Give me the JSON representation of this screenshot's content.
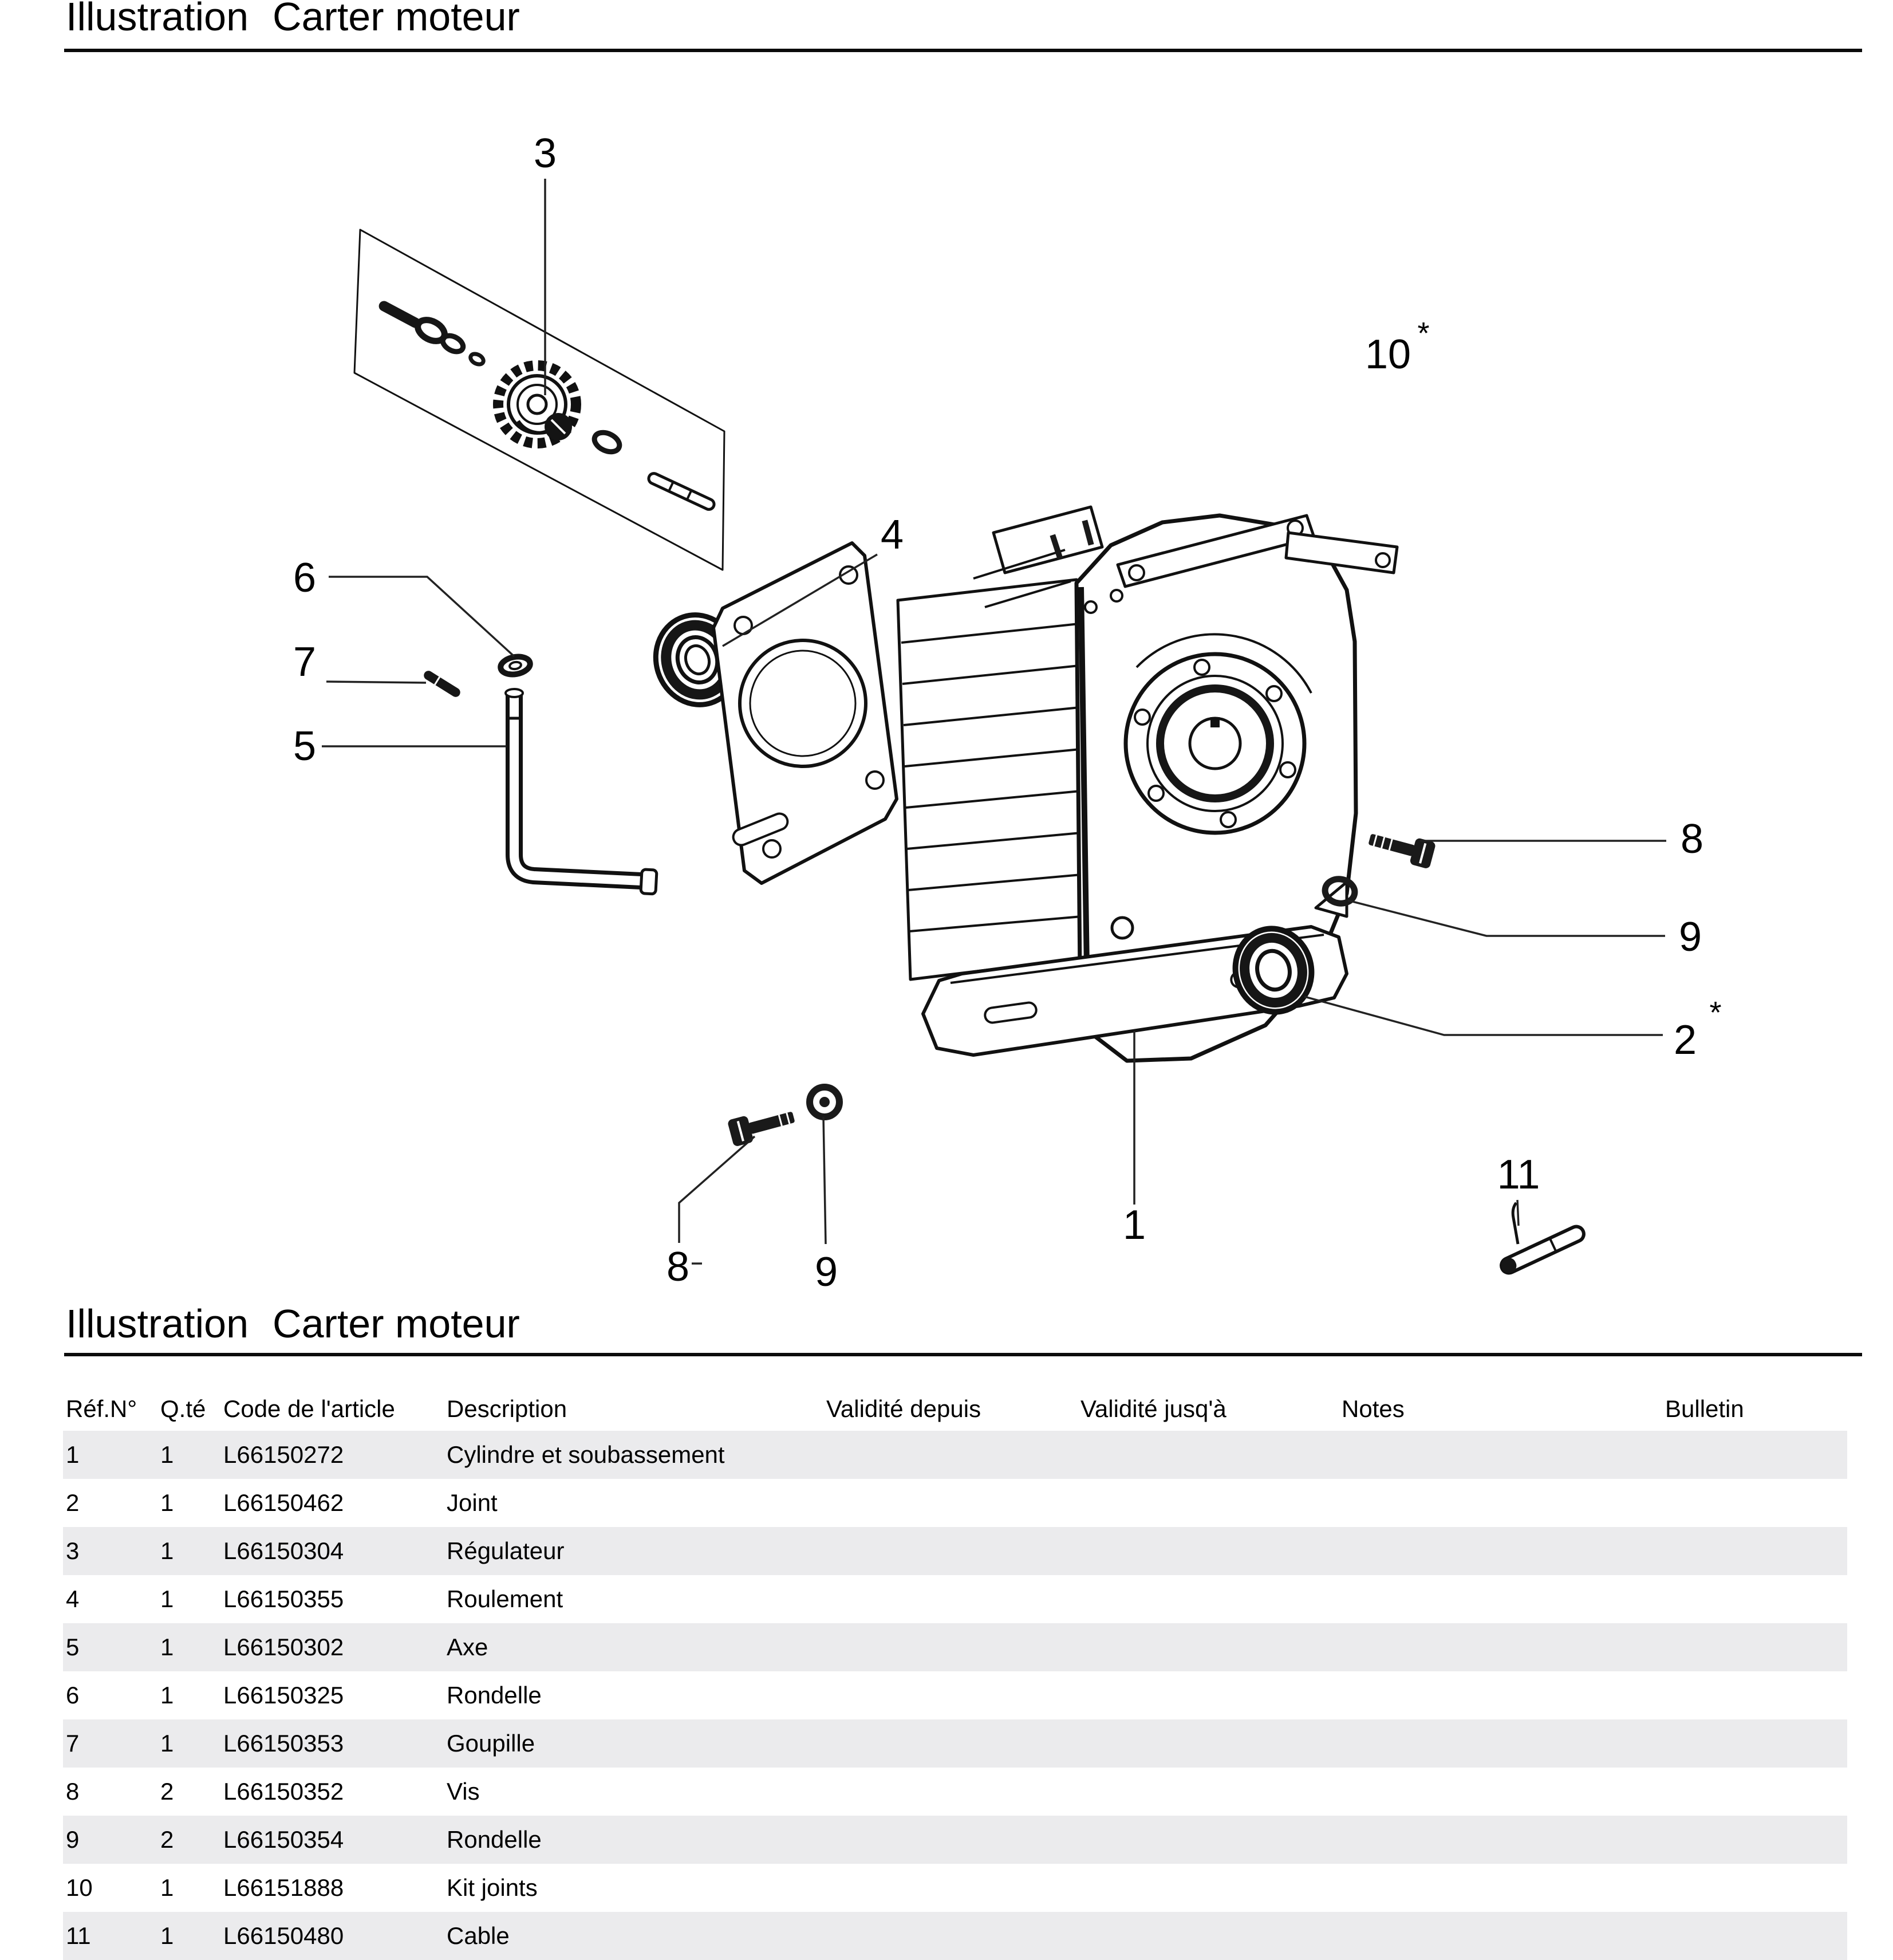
{
  "page_title": {
    "label": "Illustration",
    "value": "Carter moteur"
  },
  "table_title": {
    "label": "Illustration",
    "value": "Carter moteur"
  },
  "illustration": {
    "callouts": {
      "n1": "1",
      "n2": "2",
      "n2_star": "*",
      "n3": "3",
      "n4": "4",
      "n5": "5",
      "n6": "6",
      "n7": "7",
      "n8_right": "8",
      "n8_bottom": "8",
      "n9_right": "9",
      "n9_bottom": "9",
      "n10": "10",
      "n10_star": "*",
      "n11": "11"
    }
  },
  "table": {
    "headers": [
      "Réf.N°",
      "Q.té",
      "Code de l'article",
      "Description",
      "Validité depuis",
      "Validité jusq'à",
      "Notes",
      "Bulletin"
    ],
    "rows": [
      {
        "ref": "1",
        "qty": "1",
        "code": "L66150272",
        "description": "Cylindre et soubassement",
        "validite_depuis": "",
        "validite_jusqua": "",
        "notes": "",
        "bulletin": ""
      },
      {
        "ref": "2",
        "qty": "1",
        "code": "L66150462",
        "description": "Joint",
        "validite_depuis": "",
        "validite_jusqua": "",
        "notes": "",
        "bulletin": ""
      },
      {
        "ref": "3",
        "qty": "1",
        "code": "L66150304",
        "description": "Régulateur",
        "validite_depuis": "",
        "validite_jusqua": "",
        "notes": "",
        "bulletin": ""
      },
      {
        "ref": "4",
        "qty": "1",
        "code": "L66150355",
        "description": "Roulement",
        "validite_depuis": "",
        "validite_jusqua": "",
        "notes": "",
        "bulletin": ""
      },
      {
        "ref": "5",
        "qty": "1",
        "code": "L66150302",
        "description": "Axe",
        "validite_depuis": "",
        "validite_jusqua": "",
        "notes": "",
        "bulletin": ""
      },
      {
        "ref": "6",
        "qty": "1",
        "code": "L66150325",
        "description": "Rondelle",
        "validite_depuis": "",
        "validite_jusqua": "",
        "notes": "",
        "bulletin": ""
      },
      {
        "ref": "7",
        "qty": "1",
        "code": "L66150353",
        "description": "Goupille",
        "validite_depuis": "",
        "validite_jusqua": "",
        "notes": "",
        "bulletin": ""
      },
      {
        "ref": "8",
        "qty": "2",
        "code": "L66150352",
        "description": "Vis",
        "validite_depuis": "",
        "validite_jusqua": "",
        "notes": "",
        "bulletin": ""
      },
      {
        "ref": "9",
        "qty": "2",
        "code": "L66150354",
        "description": "Rondelle",
        "validite_depuis": "",
        "validite_jusqua": "",
        "notes": "",
        "bulletin": ""
      },
      {
        "ref": "10",
        "qty": "1",
        "code": "L66151888",
        "description": "Kit joints",
        "validite_depuis": "",
        "validite_jusqua": "",
        "notes": "",
        "bulletin": ""
      },
      {
        "ref": "11",
        "qty": "1",
        "code": "L66150480",
        "description": "Cable",
        "validite_depuis": "",
        "validite_jusqua": "",
        "notes": "",
        "bulletin": ""
      }
    ]
  }
}
